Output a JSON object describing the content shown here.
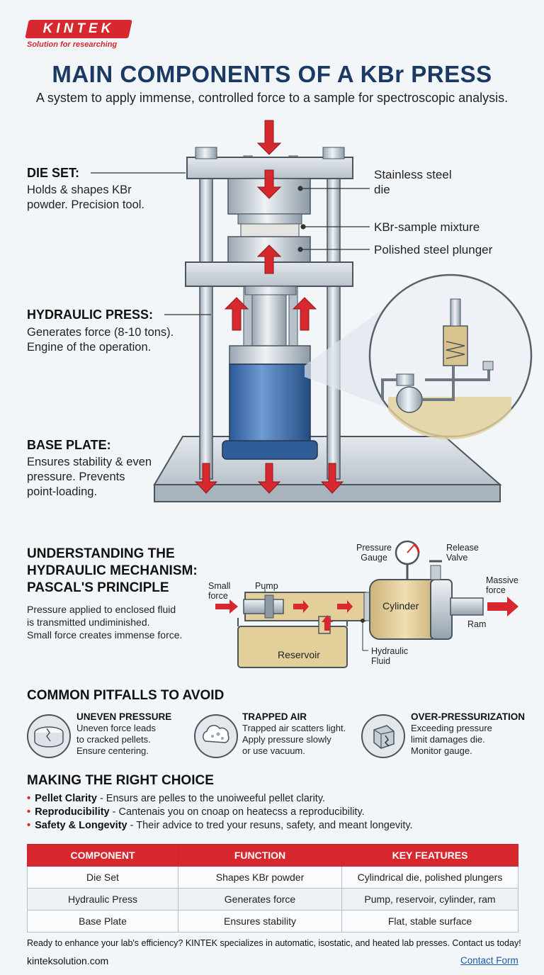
{
  "brand": {
    "name": "KINTEK",
    "tagline": "Solution for researching"
  },
  "header": {
    "title": "MAIN COMPONENTS OF A KBr PRESS",
    "subtitle": "A system to apply immense, controlled force to a sample for spectroscopic analysis."
  },
  "press": {
    "die_set": {
      "title": "DIE SET:",
      "desc": [
        "Holds & shapes KBr",
        "powder. Precision tool."
      ]
    },
    "hydraulic": {
      "title": "HYDRAULIC PRESS:",
      "desc": [
        "Generates force (8-10 tons).",
        "Engine of the operation."
      ]
    },
    "base": {
      "title": "BASE PLATE:",
      "desc": [
        "Ensures stability & even",
        "pressure. Prevents",
        "point-loading."
      ]
    },
    "callouts": {
      "die": [
        "Stainless steel",
        "die"
      ],
      "mixture": "KBr-sample mixture",
      "plunger": "Polished steel plunger"
    }
  },
  "mechanism": {
    "title": [
      "UNDERSTANDING THE",
      "HYDRAULIC MECHANISM:",
      "PASCAL'S PRINCIPLE"
    ],
    "desc": [
      "Pressure applied to enclosed fluid",
      "is transmitted undiminished.",
      "Small force creates immense force."
    ],
    "labels": {
      "small_force": [
        "Small",
        "force"
      ],
      "pump": "Pump",
      "gauge": [
        "Pressure",
        "Gauge"
      ],
      "valve": [
        "Release",
        "Valve"
      ],
      "cylinder": "Cylinder",
      "massive": [
        "Massive",
        "force"
      ],
      "ram": "Ram",
      "reservoir": "Reservoir",
      "fluid": [
        "Hydraulic",
        "Fluid"
      ]
    }
  },
  "pitfalls": {
    "title": "COMMON PITFALLS TO AVOID",
    "items": [
      {
        "title": "UNEVEN PRESSURE",
        "desc": [
          "Uneven force leads",
          "to cracked pellets.",
          "Ensure centering."
        ],
        "icon": "cracked-pellet-icon"
      },
      {
        "title": "TRAPPED AIR",
        "desc": [
          "Trapped air scatters light.",
          "Apply pressure slowly",
          "or use vacuum."
        ],
        "icon": "air-cloud-icon"
      },
      {
        "title": "OVER-PRESSURIZATION",
        "desc": [
          "Exceeding pressure",
          "limit damages die.",
          "Monitor gauge."
        ],
        "icon": "damaged-die-icon"
      }
    ]
  },
  "choice": {
    "title": "MAKING THE RIGHT CHOICE",
    "items": [
      {
        "label": "Pellet Clarity",
        "text": " - Ensurs are pelles to the unoiweeful pellet clarity."
      },
      {
        "label": "Reproducibility",
        "text": " - Cantenais you on cnoap on heatecss a reproducibility."
      },
      {
        "label": "Safety & Longevity",
        "text": " - Their advice to tred your resuns, safety, and meant longevity."
      }
    ]
  },
  "table": {
    "headers": [
      "COMPONENT",
      "FUNCTION",
      "KEY FEATURES"
    ],
    "rows": [
      [
        "Die Set",
        "Shapes KBr powder",
        "Cylindrical die, polished plungers"
      ],
      [
        "Hydraulic Press",
        "Generates force",
        "Pump, reservoir, cylinder, ram"
      ],
      [
        "Base Plate",
        "Ensures stability",
        "Flat, stable surface"
      ]
    ]
  },
  "footer": {
    "cta": "Ready to enhance your lab's efficiency? KINTEK specializes in automatic, isostatic, and heated lab presses. Contact us today!",
    "site": "kinteksolution.com",
    "contact": "Contact Form"
  },
  "colors": {
    "accent": "#d7282f",
    "title": "#1b3a63",
    "steel": "#c5cdd5",
    "cylinder": "#3d6fae",
    "fluid": "#e2cf9a"
  }
}
